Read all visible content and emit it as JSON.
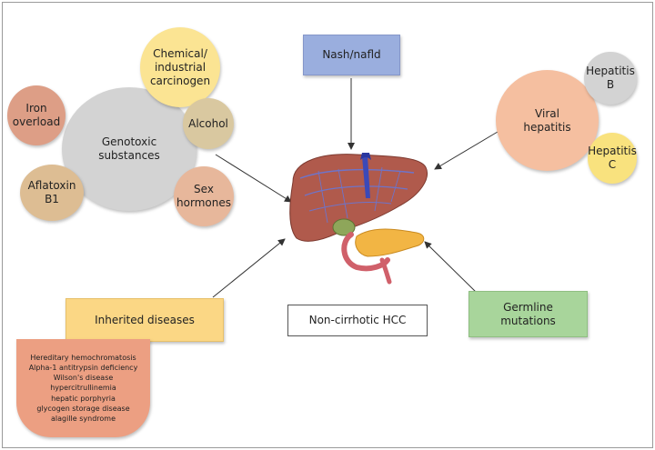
{
  "center": {
    "genotoxic": "Genotoxic substances",
    "viral": "Viral hepatitis",
    "nash": "Nash/nafld",
    "inherited": "Inherited diseases",
    "germline": "Germline mutations",
    "hcc": "Non-cirrhotic HCC"
  },
  "genotoxic_satellites": {
    "chemical": "Chemical/ industrial carcinogen",
    "alcohol": "Alcohol",
    "iron": "Iron overload",
    "aflatoxin": "Aflatoxin B1",
    "sex": "Sex hormones"
  },
  "viral_satellites": {
    "hep_b": "Hepatitis B",
    "hep_c": "Hepatitis C"
  },
  "inherited_list": [
    "Hereditary hemochromatosis",
    "Alpha-1 antitrypsin deficiency",
    "Wilson's disease",
    "hypercitrullinemia",
    "hepatic porphyria",
    "glycogen storage disease",
    "alagille syndrome"
  ],
  "colors": {
    "genotoxic_circle": "#d3d3d3",
    "chemical": "#fbe493",
    "alcohol": "#d9c8a0",
    "iron": "#dd9e86",
    "aflatoxin": "#ddbd93",
    "sex_hormones": "#e7b79b",
    "viral_circle": "#f5bfa0",
    "hepatitis_b": "#d3d3d3",
    "hepatitis_c": "#f9e27e",
    "nash_box": "#9aaede",
    "inherited_box": "#fbd785",
    "germline_box": "#a8d59b",
    "inherited_list": "#ec9f82",
    "liver": "#b05a4c"
  }
}
